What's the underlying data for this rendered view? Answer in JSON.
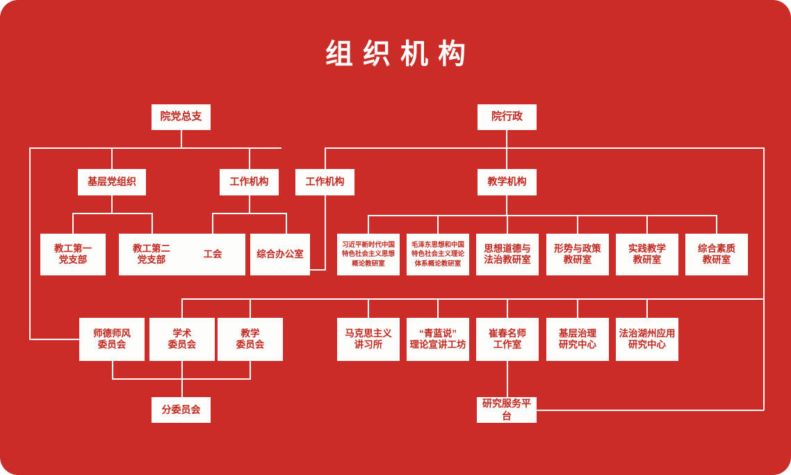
{
  "page": {
    "title": "组织机构",
    "background_color": "#cc2c27",
    "box_fill": "#fdfdfb",
    "text_color": "#c0271f",
    "title_color": "#ffffff"
  },
  "nodes": {
    "party_root": "院党总支",
    "admin_root": "院行政",
    "party_grassroots": "基层党组织",
    "party_work_org": "工作机构",
    "admin_work_org": "工作机构",
    "teaching_org": "教学机构",
    "branch_1": "教工第一\n党支部",
    "branch_2": "教工第二\n党支部",
    "union": "工会",
    "general_office": "综合办公室",
    "teach_1": "习近平新时代中国\n特色社会主义思想\n概论教研室",
    "teach_2": "毛泽东思想和中国\n特色社会主义理论\n体系概论教研室",
    "teach_3": "思想道德与\n法治教研室",
    "teach_4": "形势与政策\n教研室",
    "teach_5": "实践教学\n教研室",
    "teach_6": "综合素质\n教研室",
    "committee_1": "师德师风\n委员会",
    "committee_2": "学术\n委员会",
    "committee_3": "教学\n委员会",
    "platform_1": "马克思主义\n讲习所",
    "platform_2": "“青蓝说”\n理论宣讲工坊",
    "platform_3": "崔春名师\n工作室",
    "platform_4": "基层治理\n研究中心",
    "platform_5": "法治湖州应用\n研究中心",
    "sub_committee": "分委员会",
    "research_platform": "研究服务平台"
  }
}
